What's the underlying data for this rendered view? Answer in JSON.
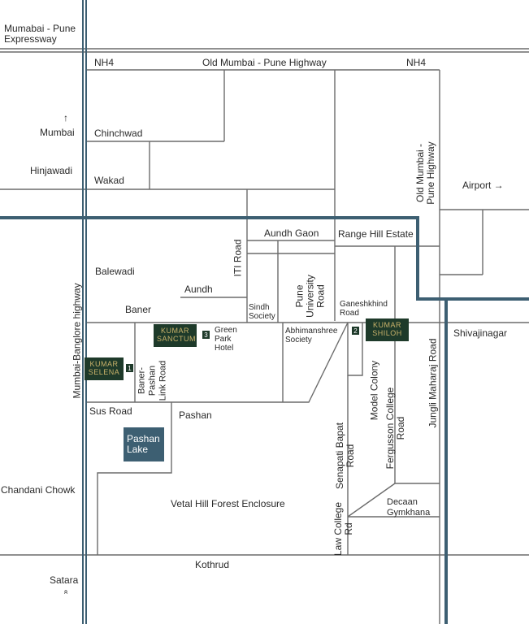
{
  "map": {
    "highways": {
      "expressway": "Mumabai - Pune\nExpressway",
      "nh4_left": "NH4",
      "old_highway": "Old Mumbai - Pune Highway",
      "nh4_right": "NH4",
      "old_highway_vertical": "Old Mumbai -\nPune Highway",
      "mumbai_banglore": "Mumbai-Banglore highway"
    },
    "directions": {
      "mumbai_arrow": "↑",
      "mumbai": "Mumbai",
      "airport": "Airport →",
      "satara": "Satara",
      "satara_arrow": "»"
    },
    "areas": {
      "chinchwad": "Chinchwad",
      "hinjawadi": "Hinjawadi",
      "wakad": "Wakad",
      "aundh_gaon": "Aundh Gaon",
      "range_hill": "Range Hill Estate",
      "balewadi": "Balewadi",
      "aundh": "Aundh",
      "baner": "Baner",
      "iti_road": "ITI Road",
      "sindh_society": "Sindh\nSociety",
      "pune_university_road": "Pune\nUniversity\nRoad",
      "ganeshkhind_road": "Ganeshkhind\nRoad",
      "shivajinagar": "Shivajinagar",
      "green_park": "Green\nPark\nHotel",
      "abhimanshree": "Abhimanshree\nSociety",
      "baner_pashan": "Baner-\nPashan\nLink Road",
      "sus_road": "Sus Road",
      "pashan": "Pashan",
      "model_colony": "Model Colony",
      "senapati_bapat": "Senapati Bapat\nRoad",
      "fergusson": "Fergusson College\nRoad",
      "jungli_maharaj": "Jungli Maharaj Road",
      "chandani_chowk": "Chandani Chowk",
      "vetal_hill": "Vetal Hill Forest Enclosure",
      "decaan": "Decaan\nGymkhana",
      "law_college": "Law College\nRd",
      "kothrud": "Kothrud"
    },
    "lake": "Pashan\nLake",
    "projects": [
      {
        "name": "KUMAR\nSANCTUM",
        "number": "3"
      },
      {
        "name": "KUMAR\nSHILOH",
        "number": "2"
      },
      {
        "name": "KUMAR\nSELENA",
        "number": "1"
      }
    ],
    "colors": {
      "road": "#6b6b6b",
      "highway_blue": "#3d5f72",
      "project_fill": "#1e3a2a",
      "project_text": "#c9b26a",
      "lake": "#3d5f72"
    }
  }
}
